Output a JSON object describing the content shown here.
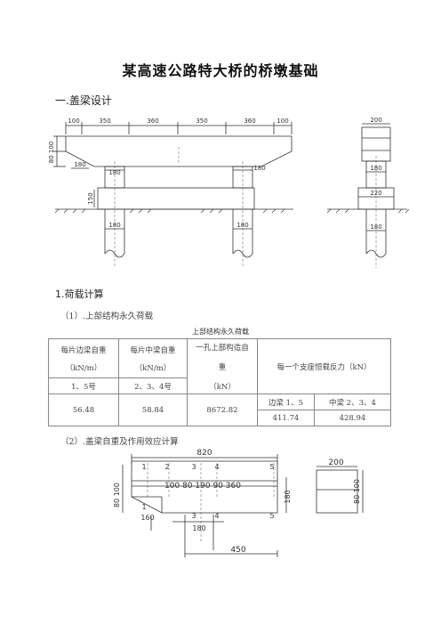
{
  "doc": {
    "title": "某高速公路特大桥的桥墩基础",
    "section1": "一.盖梁设计",
    "section1_1": "1.荷载计算",
    "sub1": "（1）.上部结构永久荷载",
    "table_caption": "上部结构永久荷载",
    "sub2": "（2）.盖梁自重及作用效应计算"
  },
  "table": {
    "col1_line1": "每片边梁自重",
    "col1_line2": "（kN/m）",
    "col2_line1": "每片中梁自重",
    "col2_line2": "（kN/m）",
    "col3_line1": "一孔上部构造自",
    "col3_line2": "重",
    "col3_line3": "（kN）",
    "col4": "每一个支座恒载反力（kN）",
    "edge_ids": "1、5号",
    "mid_ids": "2、3、4号",
    "edge_weight": "56.48",
    "mid_weight": "58.84",
    "span_weight": "8672.82",
    "edge_label": "边梁 1、5",
    "mid_label": "中梁 2、3、4",
    "edge_reaction": "411.74",
    "mid_reaction": "428.94"
  },
  "drawing1": {
    "dim_100_left": "100",
    "dim_350_a": "350",
    "dim_360_a": "360",
    "dim_350_b": "350",
    "dim_360_b": "360",
    "dim_100_right": "100",
    "dim_left_v": "80  100",
    "dim_180_left": "180",
    "dim_180_col1": "180",
    "dim_180_col2": "180",
    "dim_150": "150",
    "dim_180_pile1": "180",
    "dim_180_pile2": "180",
    "side_200": "200",
    "side_180": "180",
    "side_220": "220",
    "side_180_pile": "180"
  },
  "drawing2": {
    "dim_820": "820",
    "n1": "1",
    "n2": "2",
    "n3": "3",
    "n4": "4",
    "n5": "5",
    "dims_row": "100  80   190   90      360",
    "dim_v_left": "80  100",
    "dim_v_right": "180",
    "b1": "1",
    "b3": "3",
    "b4": "4",
    "b5": "5",
    "dim_160": "160",
    "dim_180": "180",
    "dim_450": "450",
    "side_200": "200",
    "side_v": "80  100"
  }
}
